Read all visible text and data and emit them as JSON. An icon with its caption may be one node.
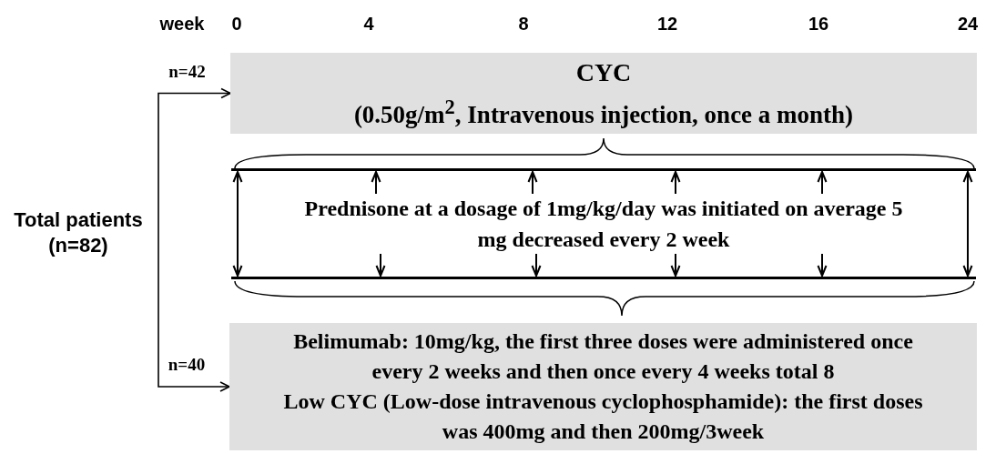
{
  "diagram": {
    "nodes": [
      {
        "text": [
          "Total patients (n=82)"
        ]
      },
      {
        "text": [
          "CYC",
          "(0.50g/m$^{2}$, Intravenous injection, once a month)"
        ]
      },
      {
        "text": [
          "Prednisone at a dosage of 1mg/kg/day was initiated on average 5 mg decreased every 2 week"
        ]
      },
      {
        "text": [
          "Belimumab: 10mg/kg, the first three doses were administered once every 2 weeks and then once every 4 weeks total 8",
          "Low CYC (Low-dose intravenous cyclophosphamide): the first doses was 400mg and then 200mg/3week"
        ]
      }
    ],
    "edges": [
      {
        "from": 0,
        "to": 1,
        "arrow": "to",
        "label": "n=42"
      },
      {
        "from": 0,
        "to": 3,
        "arrow": "to",
        "label": "n=40"
      }
    ],
    "labels": [
      "week",
      "0",
      "4",
      "8",
      "12",
      "16",
      "24"
    ]
  }
}
